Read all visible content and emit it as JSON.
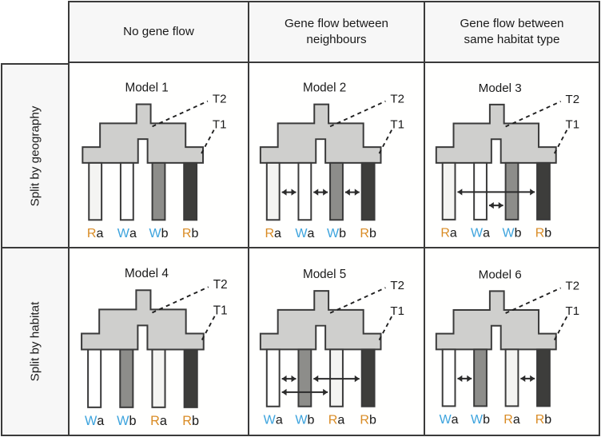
{
  "figure": {
    "corner_label": "",
    "columns": [
      {
        "id": "col-no-gene-flow",
        "label": "No gene flow"
      },
      {
        "id": "col-neighbours",
        "label": "Gene flow between\nneighbours",
        "line1": "Gene flow between",
        "line2": "neighbours"
      },
      {
        "id": "col-same-habitat",
        "label": "Gene flow between\nsame habitat type",
        "line1": "Gene flow between",
        "line2": "same habitat type"
      }
    ],
    "rows": [
      {
        "id": "row-geography",
        "label": "Split by geography"
      },
      {
        "id": "row-habitat",
        "label": "Split by habitat"
      }
    ]
  },
  "colors": {
    "border": "#3a3a3a",
    "header_bg": "#f7f7f7",
    "panel_bg": "#fffffe",
    "ancestral_fill": "#cfcfcd",
    "pop_R_label": "#d98b24",
    "pop_W_label": "#3ca3dd",
    "label_black": "#1a1a1a",
    "fill_very_light": "#f4f4f2",
    "fill_white": "#ffffff",
    "fill_mid_gray": "#8d8d8a",
    "fill_dark": "#3d3d3b",
    "arrow": "#2b2b2b",
    "dashed": "#1f1f1f"
  },
  "time_labels": {
    "t1": "T1",
    "t2": "T2"
  },
  "pop_labels": {
    "Ra": {
      "prefix": "R",
      "suffix": "a",
      "color_key": "pop_R_label"
    },
    "Wa": {
      "prefix": "W",
      "suffix": "a",
      "color_key": "pop_W_label"
    },
    "Wb": {
      "prefix": "W",
      "suffix": "b",
      "color_key": "pop_W_label"
    },
    "Rb": {
      "prefix": "R",
      "suffix": "b",
      "color_key": "pop_R_label"
    }
  },
  "models": [
    {
      "id": "model-1",
      "title": "Model 1",
      "row": "row-geography",
      "column": "col-no-gene-flow",
      "tips": [
        {
          "name": "Ra",
          "prefix": "R",
          "suffix": "a",
          "label_color": "#d98b24",
          "fill": "#f4f4f2"
        },
        {
          "name": "Wa",
          "prefix": "W",
          "suffix": "a",
          "label_color": "#3ca3dd",
          "fill": "#ffffff"
        },
        {
          "name": "Wb",
          "prefix": "W",
          "suffix": "b",
          "label_color": "#3ca3dd",
          "fill": "#8d8d8a"
        },
        {
          "name": "Rb",
          "prefix": "R",
          "suffix": "b",
          "label_color": "#d98b24",
          "fill": "#3d3d3b"
        }
      ],
      "migration_arrows": []
    },
    {
      "id": "model-2",
      "title": "Model 2",
      "row": "row-geography",
      "column": "col-neighbours",
      "tips": [
        {
          "name": "Ra",
          "prefix": "R",
          "suffix": "a",
          "label_color": "#d98b24",
          "fill": "#f4f4f2"
        },
        {
          "name": "Wa",
          "prefix": "W",
          "suffix": "a",
          "label_color": "#3ca3dd",
          "fill": "#ffffff"
        },
        {
          "name": "Wb",
          "prefix": "W",
          "suffix": "b",
          "label_color": "#3ca3dd",
          "fill": "#8d8d8a"
        },
        {
          "name": "Rb",
          "prefix": "R",
          "suffix": "b",
          "label_color": "#d98b24",
          "fill": "#3d3d3b"
        }
      ],
      "migration_arrows": [
        {
          "from": "Ra",
          "to": "Wa",
          "level": 0,
          "style": "double"
        },
        {
          "from": "Wa",
          "to": "Wb",
          "level": 0,
          "style": "double"
        },
        {
          "from": "Wb",
          "to": "Rb",
          "level": 0,
          "style": "double"
        }
      ]
    },
    {
      "id": "model-3",
      "title": "Model 3",
      "row": "row-geography",
      "column": "col-same-habitat",
      "tips": [
        {
          "name": "Ra",
          "prefix": "R",
          "suffix": "a",
          "label_color": "#d98b24",
          "fill": "#f4f4f2"
        },
        {
          "name": "Wa",
          "prefix": "W",
          "suffix": "a",
          "label_color": "#3ca3dd",
          "fill": "#ffffff"
        },
        {
          "name": "Wb",
          "prefix": "W",
          "suffix": "b",
          "label_color": "#3ca3dd",
          "fill": "#8d8d8a"
        },
        {
          "name": "Rb",
          "prefix": "R",
          "suffix": "b",
          "label_color": "#d98b24",
          "fill": "#3d3d3b"
        }
      ],
      "migration_arrows": [
        {
          "from": "Ra",
          "to": "Rb",
          "level": 0,
          "style": "double"
        },
        {
          "from": "Wa",
          "to": "Wb",
          "level": 1,
          "style": "double"
        }
      ]
    },
    {
      "id": "model-4",
      "title": "Model 4",
      "row": "row-habitat",
      "column": "col-no-gene-flow",
      "tips": [
        {
          "name": "Wa",
          "prefix": "W",
          "suffix": "a",
          "label_color": "#3ca3dd",
          "fill": "#ffffff"
        },
        {
          "name": "Wb",
          "prefix": "W",
          "suffix": "b",
          "label_color": "#3ca3dd",
          "fill": "#8d8d8a"
        },
        {
          "name": "Ra",
          "prefix": "R",
          "suffix": "a",
          "label_color": "#d98b24",
          "fill": "#f4f4f2"
        },
        {
          "name": "Rb",
          "prefix": "R",
          "suffix": "b",
          "label_color": "#d98b24",
          "fill": "#3d3d3b"
        }
      ],
      "migration_arrows": []
    },
    {
      "id": "model-5",
      "title": "Model 5",
      "row": "row-habitat",
      "column": "col-neighbours",
      "tips": [
        {
          "name": "Wa",
          "prefix": "W",
          "suffix": "a",
          "label_color": "#3ca3dd",
          "fill": "#ffffff"
        },
        {
          "name": "Wb",
          "prefix": "W",
          "suffix": "b",
          "label_color": "#3ca3dd",
          "fill": "#8d8d8a"
        },
        {
          "name": "Ra",
          "prefix": "R",
          "suffix": "a",
          "label_color": "#d98b24",
          "fill": "#f4f4f2"
        },
        {
          "name": "Rb",
          "prefix": "R",
          "suffix": "b",
          "label_color": "#d98b24",
          "fill": "#3d3d3b"
        }
      ],
      "migration_arrows": [
        {
          "from": "Wa",
          "to": "Wb",
          "level": 0,
          "style": "double"
        },
        {
          "from": "Wb",
          "to": "Rb",
          "level": 0,
          "style": "double"
        },
        {
          "from": "Wa",
          "to": "Ra",
          "level": 1,
          "style": "double"
        }
      ]
    },
    {
      "id": "model-6",
      "title": "Model 6",
      "row": "row-habitat",
      "column": "col-same-habitat",
      "tips": [
        {
          "name": "Wa",
          "prefix": "W",
          "suffix": "a",
          "label_color": "#3ca3dd",
          "fill": "#ffffff"
        },
        {
          "name": "Wb",
          "prefix": "W",
          "suffix": "b",
          "label_color": "#3ca3dd",
          "fill": "#8d8d8a"
        },
        {
          "name": "Ra",
          "prefix": "R",
          "suffix": "a",
          "label_color": "#d98b24",
          "fill": "#f4f4f2"
        },
        {
          "name": "Rb",
          "prefix": "R",
          "suffix": "b",
          "label_color": "#d98b24",
          "fill": "#3d3d3b"
        }
      ],
      "migration_arrows": [
        {
          "from": "Wa",
          "to": "Wb",
          "level": 0,
          "style": "double"
        },
        {
          "from": "Ra",
          "to": "Rb",
          "level": 0,
          "style": "double"
        }
      ]
    }
  ]
}
